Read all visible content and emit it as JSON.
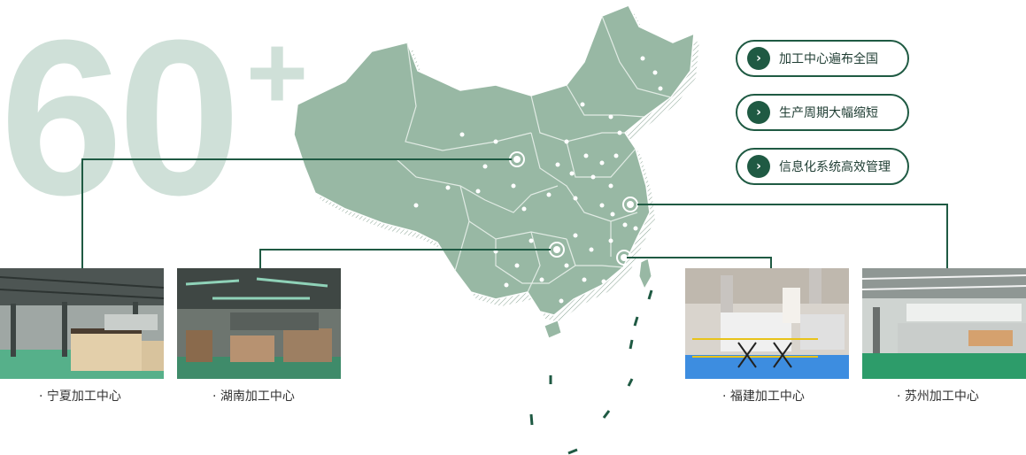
{
  "headline": {
    "number": "60",
    "plus": "+"
  },
  "features": [
    {
      "label": "加工中心遍布全国",
      "icon": "chevron-right-icon"
    },
    {
      "label": "生产周期大幅缩短",
      "icon": "chevron-right-icon"
    },
    {
      "label": "信息化系统高效管理",
      "icon": "chevron-right-icon"
    }
  ],
  "centers": [
    {
      "label": "· 宁夏加工中心"
    },
    {
      "label": "· 湖南加工中心"
    },
    {
      "label": "· 福建加工中心"
    },
    {
      "label": "· 苏州加工中心"
    }
  ],
  "colors": {
    "accent": "#1f5a43",
    "map_fill": "#98b8a4",
    "bg_number": "#cfe0d8"
  }
}
